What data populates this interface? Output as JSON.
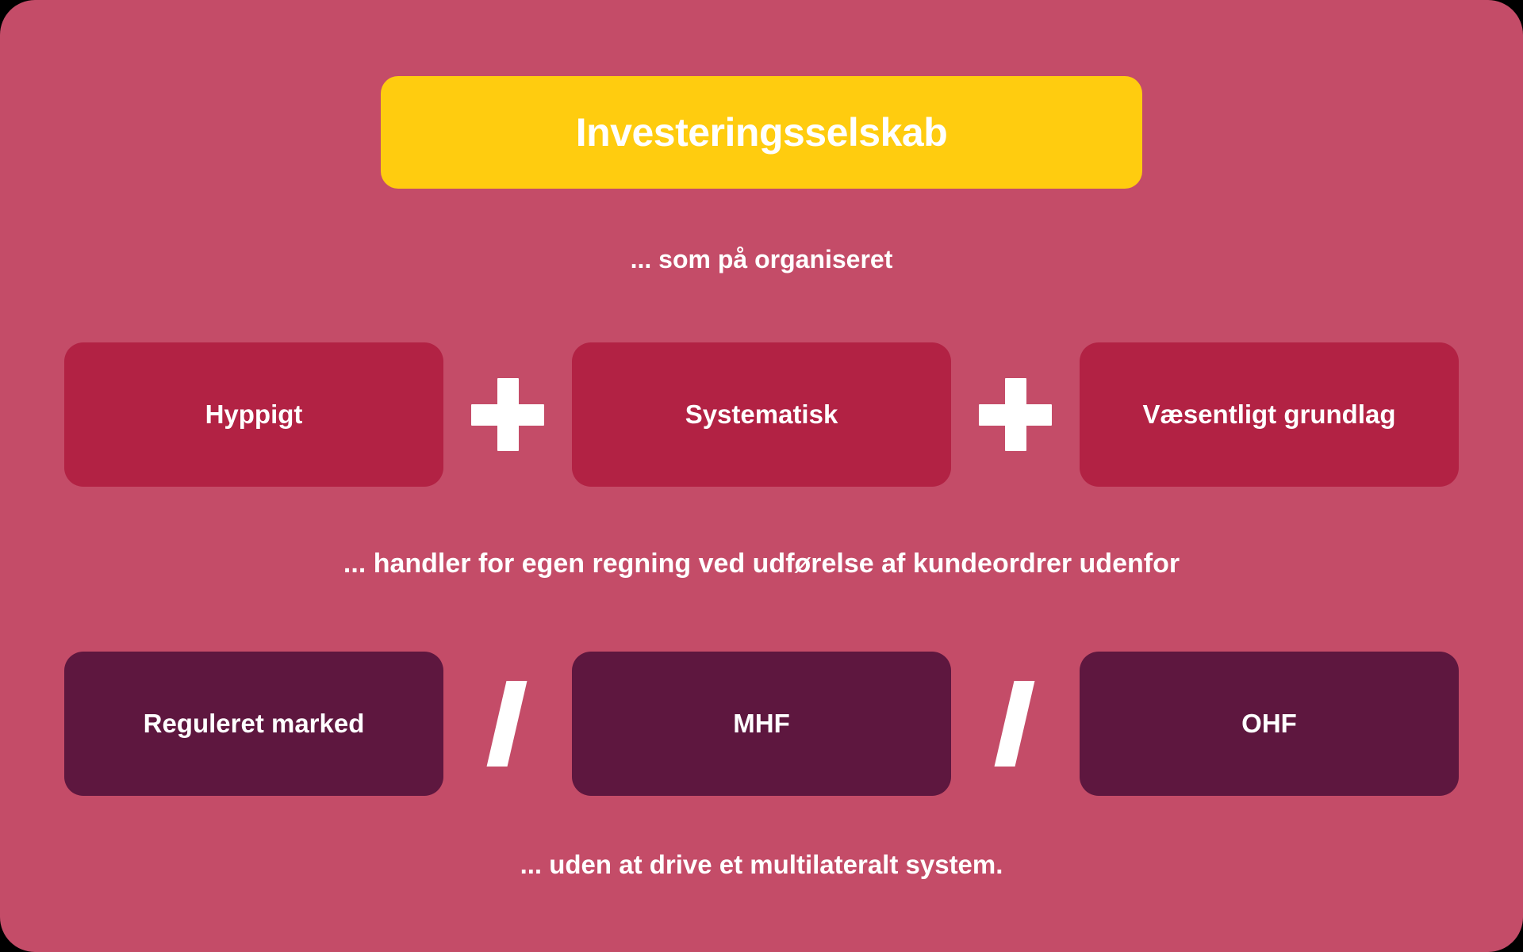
{
  "diagram": {
    "background_color": "#C44C68",
    "title": {
      "label": "Investeringsselskab",
      "background_color": "#FFCC0F",
      "text_color": "#FFFFFF"
    },
    "captions": {
      "first": "... som på organiseret",
      "second": "... handler for egen regning ved udførelse af kundeordrer udenfor",
      "third": "... uden at drive et multilateralt system."
    },
    "rows": [
      {
        "name": "criteria-row",
        "box_color": "#B22244",
        "separator": "plus-icon",
        "items": [
          {
            "label": "Hyppigt"
          },
          {
            "label": "Systematisk"
          },
          {
            "label": "Væsentligt grundlag"
          }
        ]
      },
      {
        "name": "venue-row",
        "box_color": "#5E173F",
        "separator": "slash-icon",
        "items": [
          {
            "label": "Reguleret marked"
          },
          {
            "label": "MHF"
          },
          {
            "label": "OHF"
          }
        ]
      }
    ]
  }
}
